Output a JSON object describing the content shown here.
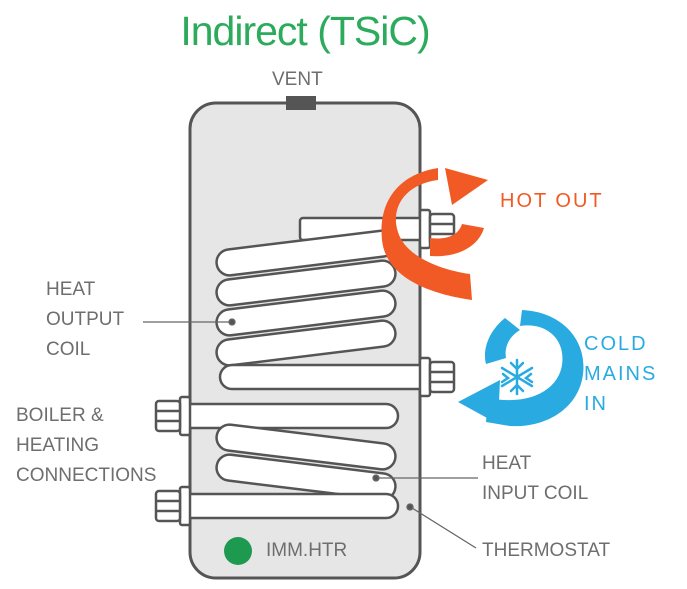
{
  "title": "Indirect (TSiC)",
  "labels": {
    "vent": "VENT",
    "hot_out": "HOT OUT",
    "cold_mains_in": [
      "COLD",
      "MAINS",
      "IN"
    ],
    "heat_output_coil": [
      "HEAT",
      "OUTPUT",
      "COIL"
    ],
    "boiler_heating_connections": [
      "BOILER &",
      "HEATING",
      "CONNECTIONS"
    ],
    "heat_input_coil": [
      "HEAT",
      "INPUT COIL"
    ],
    "thermostat": "THERMOSTAT",
    "immersion_heater": "IMM.HTR"
  },
  "colors": {
    "title": "#2bab5b",
    "hot": "#f15a24",
    "cold": "#29abe2",
    "immersion": "#1e9950",
    "cylinder_fill": "#e6e6e6",
    "outline": "#555555",
    "label": "#6e6e6e"
  },
  "icons": {
    "snowflake": "snowflake-icon",
    "hot_arrow": "hot-arrow-icon",
    "cold_arrow": "cold-arrow-icon"
  }
}
